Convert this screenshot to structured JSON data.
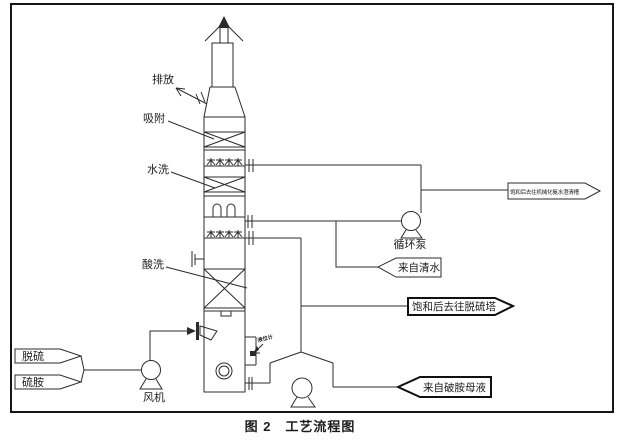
{
  "figure": {
    "caption": "图 2　工艺流程图"
  },
  "tower_labels": {
    "vent": "排放",
    "adsorption": "吸附",
    "water_wash": "水洗",
    "acid_wash": "酸洗",
    "level_gauge": "液位计"
  },
  "equipment": {
    "fan": "风机",
    "circulation_pump": "循环泵"
  },
  "streams": {
    "from_desulfurization": "脱硫",
    "from_ammonium_sulfate": "硫胺",
    "fresh_water_in": "来自清水",
    "saturated_to_desulfurization_tower": "饱和后去往脱硫塔",
    "mother_liquor_in": "来自破胺母液",
    "saturated_to_clarifier": "饱和后去往机械化氨水澄清槽"
  },
  "colors": {
    "line": "#2b2b2b",
    "frame": "#151515",
    "background": "#ffffff"
  }
}
